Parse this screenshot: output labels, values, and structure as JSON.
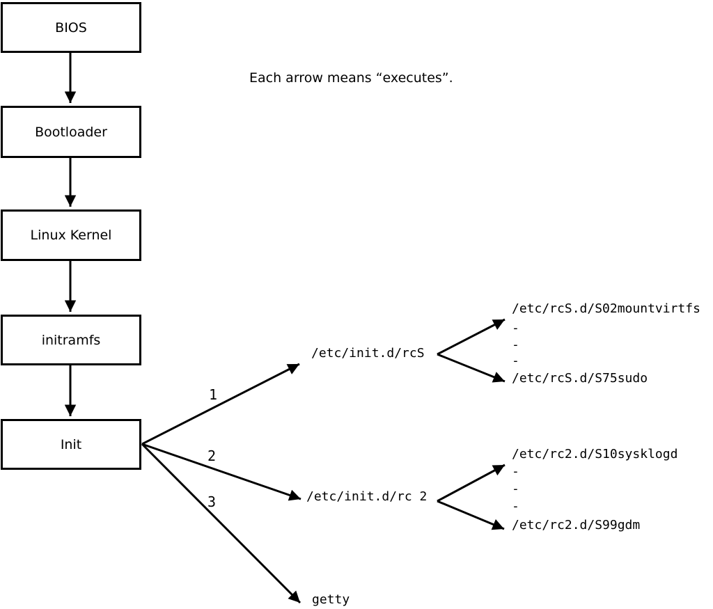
{
  "note": "Each arrow means “executes”.",
  "colors": {
    "line": "#000000",
    "background": "#ffffff",
    "box_fill": "#ffffff",
    "box_border": "#000000"
  },
  "chain": [
    {
      "label": "BIOS"
    },
    {
      "label": "Bootloader"
    },
    {
      "label": "Linux Kernel"
    },
    {
      "label": "initramfs"
    },
    {
      "label": "Init"
    }
  ],
  "branches": [
    {
      "number": "1",
      "target": "/etc/init.d/rcS",
      "leaves": [
        "/etc/rcS.d/S02mountvirtfs",
        "-",
        "-",
        "-",
        "/etc/rcS.d/S75sudo"
      ]
    },
    {
      "number": "2",
      "target": "/etc/init.d/rc 2",
      "leaves": [
        "/etc/rc2.d/S10sysklogd",
        "-",
        "-",
        "-",
        "/etc/rc2.d/S99gdm"
      ]
    },
    {
      "number": "3",
      "target": "getty",
      "leaves": []
    }
  ]
}
